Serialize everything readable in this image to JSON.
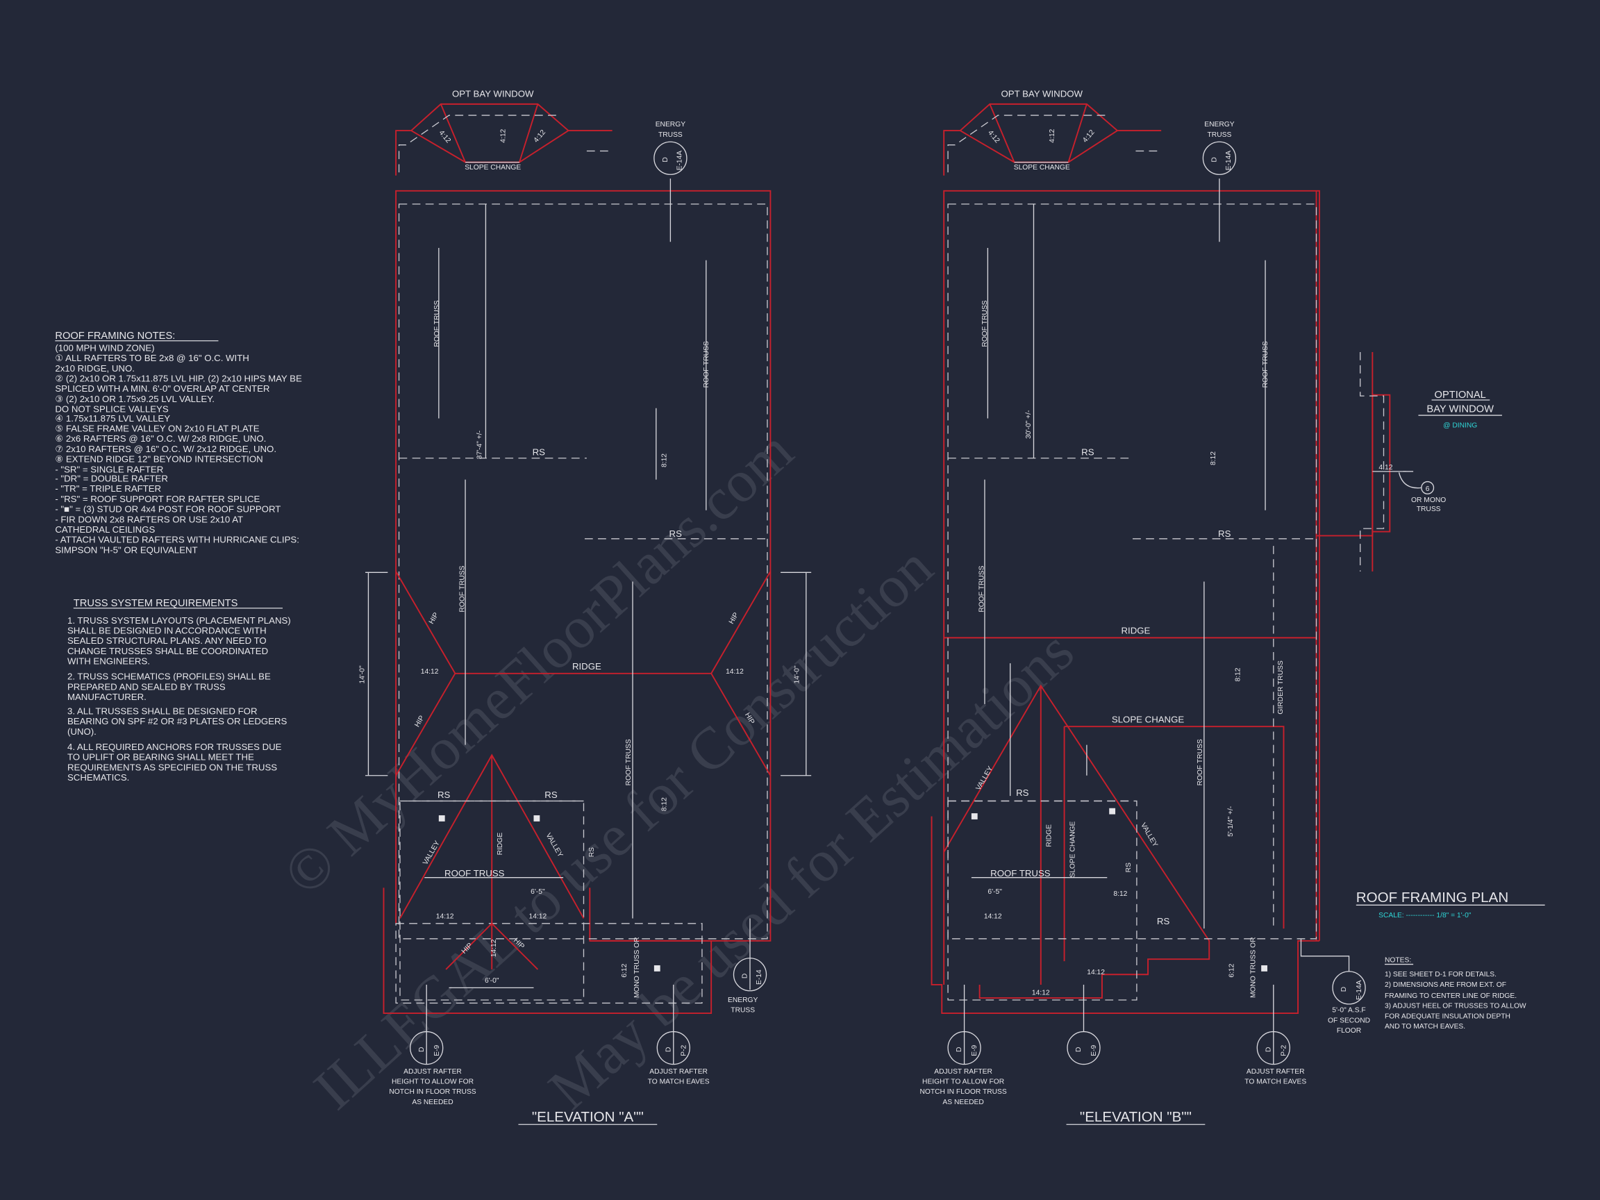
{
  "sheet": {
    "title": "ROOF FRAMING PLAN",
    "scale": "SCALE: ------------ 1/8\" = 1'-0\"",
    "colors": {
      "background": "#232838",
      "roof_lines": "#c8202c",
      "linework": "#d8d8de",
      "scale_text": "#2fd6d6"
    }
  },
  "roof_notes": {
    "title": "ROOF FRAMING NOTES:",
    "lines": [
      "(100 MPH WIND ZONE)",
      "① ALL RAFTERS TO BE 2x8 @ 16\" O.C. WITH",
      "   2x10 RIDGE, UNO.",
      "② (2) 2x10 OR 1.75x11.875 LVL HIP. (2) 2x10 HIPS MAY BE",
      "   SPLICED WITH A MIN. 6'-0\" OVERLAP AT CENTER",
      "③ (2) 2x10 OR 1.75x9.25 LVL VALLEY.",
      "   DO NOT SPLICE VALLEYS",
      "④ 1.75x11.875 LVL VALLEY",
      "⑤ FALSE FRAME VALLEY ON 2x10 FLAT PLATE",
      "⑥ 2x6 RAFTERS @ 16\" O.C. W/ 2x8 RIDGE, UNO.",
      "⑦ 2x10 RAFTERS @ 16\" O.C. W/ 2x12 RIDGE, UNO.",
      "⑧ EXTEND RIDGE 12\" BEYOND INTERSECTION",
      "-  \"SR\" = SINGLE RAFTER",
      "-  \"DR\" = DOUBLE RAFTER",
      "-  \"TR\" = TRIPLE RAFTER",
      "-  \"RS\" = ROOF SUPPORT FOR RAFTER SPLICE",
      "-  \"■\"  = (3) STUD OR 4x4 POST FOR ROOF SUPPORT",
      "-  FIR DOWN 2x8 RAFTERS OR USE 2x10 AT",
      "   CATHEDRAL CEILINGS",
      "-  ATTACH VAULTED RAFTERS WITH HURRICANE CLIPS:",
      "   SIMPSON \"H-5\" OR EQUIVALENT"
    ]
  },
  "truss_requirements": {
    "title": "TRUSS SYSTEM REQUIREMENTS",
    "lines": [
      "1. TRUSS SYSTEM LAYOUTS (PLACEMENT PLANS)",
      "SHALL BE DESIGNED IN ACCORDANCE WITH",
      "SEALED STRUCTURAL PLANS. ANY NEED TO",
      "CHANGE TRUSSES SHALL BE COORDINATED",
      "WITH  ENGINEERS.",
      "2. TRUSS SCHEMATICS (PROFILES) SHALL BE",
      "PREPARED AND SEALED BY TRUSS",
      "MANUFACTURER.",
      "3. ALL TRUSSES SHALL BE DESIGNED FOR",
      "BEARING ON SPF #2 OR #3 PLATES OR LEDGERS",
      "(UNO).",
      "4. ALL REQUIRED ANCHORS FOR TRUSSES DUE",
      "TO UPLIFT OR BEARING SHALL MEET THE",
      "REQUIREMENTS AS SPECIFIED ON THE TRUSS",
      "SCHEMATICS."
    ]
  },
  "plan_notes": {
    "title": "NOTES:",
    "lines": [
      "1)  SEE SHEET D-1 FOR DETAILS.",
      "2) DIMENSIONS ARE FROM EXT. OF",
      "    FRAMING TO CENTER LINE OF RIDGE.",
      "3) ADJUST HEEL OF TRUSSES TO ALLOW",
      "    FOR ADEQUATE INSULATION DEPTH",
      "    AND TO MATCH EAVES."
    ]
  },
  "optional_bay": {
    "title1": "OPTIONAL",
    "title2": "BAY WINDOW",
    "sub": "@ DINING",
    "pitch": "4:12",
    "note_num": "6",
    "note1": "OR MONO",
    "note2": "TRUSS"
  },
  "elevation_a": {
    "title": "\"ELEVATION \"A\"\"",
    "bay": "OPT BAY WINDOW",
    "slope_change": "SLOPE CHANGE",
    "bay_pitch": "4:12",
    "energy": "ENERGY",
    "truss": "TRUSS",
    "roof_truss": "ROOF TRUSS",
    "rs": "RS",
    "ridge": "RIDGE",
    "hip": "HIP",
    "valley": "VALLEY",
    "pitch_14": "14:12",
    "pitch_8": "8:12",
    "pitch_6": "6:12",
    "mono": "MONO TRUSS OR",
    "dim_top": "37'-4\" +/-",
    "dim_side": "14'-0\"",
    "dim_65": "6'-5\"",
    "dim_60": "6'-0\"",
    "adjust1": [
      "ADJUST RAFTER",
      "HEIGHT TO ALLOW FOR",
      "NOTCH IN FLOOR TRUSS",
      "AS NEEDED"
    ],
    "adjust2": [
      "ADJUST RAFTER",
      "TO MATCH EAVES"
    ]
  },
  "elevation_b": {
    "title": "\"ELEVATION \"B\"\"",
    "bay": "OPT BAY WINDOW",
    "slope_change": "SLOPE CHANGE",
    "bay_pitch": "4:12",
    "energy": "ENERGY",
    "truss": "TRUSS",
    "roof_truss": "ROOF TRUSS",
    "rs": "RS",
    "ridge": "RIDGE",
    "valley": "VALLEY",
    "girder": "GIRDER TRUSS",
    "pitch_14": "14:12",
    "pitch_8": "8:12",
    "pitch_6": "6:12",
    "mono": "MONO TRUSS OR",
    "dim_top": "30'-0\" +/-",
    "dim_65": "6'-5\"",
    "dim_5": "5'-1/4\" +/-",
    "asf": [
      "5'-0\" A.S.F",
      "OF SECOND",
      "FLOOR"
    ],
    "adjust1": [
      "ADJUST RAFTER",
      "HEIGHT TO ALLOW FOR",
      "NOTCH IN FLOOR TRUSS",
      "AS NEEDED"
    ],
    "adjust2": [
      "ADJUST RAFTER",
      "TO MATCH EAVES"
    ]
  },
  "detail_markers": {
    "d": "D",
    "e14a": "E-14A",
    "e14": "E-14",
    "e9": "E-9",
    "p2": "P-2"
  },
  "watermark": [
    "© MyHomeFloorPlans.com",
    "ILLEGAL to use for Construction",
    "May be used for Estimations"
  ]
}
